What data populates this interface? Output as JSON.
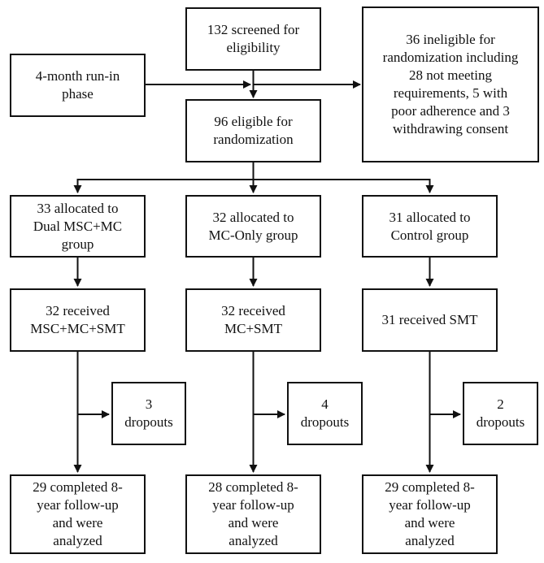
{
  "diagram": {
    "type": "flowchart",
    "colors": {
      "background": "#ffffff",
      "line": "#111111",
      "text": "#111111",
      "node_fill": "#ffffff"
    },
    "nodes": {
      "screened": "132 screened for\neligibility",
      "run_in": "4-month run-in\nphase",
      "ineligible": "36 ineligible for\nrandomization including\n28 not meeting\nrequirements, 5 with\npoor adherence and 3\nwithdrawing consent",
      "eligible": "96 eligible for\nrandomization",
      "alloc_dual": "33 allocated to\nDual MSC+MC\ngroup",
      "alloc_mc": "32 allocated to\nMC-Only group",
      "alloc_control": "31 allocated to\nControl group",
      "received_dual": "32 received\nMSC+MC+SMT",
      "received_mc": "32 received\nMC+SMT",
      "received_control": "31 received SMT",
      "dropouts_dual": "3\ndropouts",
      "dropouts_mc": "4\ndropouts",
      "dropouts_control": "2\ndropouts",
      "completed_dual": "29 completed 8-\nyear follow-up\nand were\nanalyzed",
      "completed_mc": "28 completed 8-\nyear follow-up\nand were\nanalyzed",
      "completed_control": "29 completed 8-\nyear follow-up\nand were\nanalyzed"
    },
    "edges": [
      {
        "from": "screened",
        "to": "eligible"
      },
      {
        "from": "run_in",
        "to": "eligible"
      },
      {
        "from": "screened",
        "to": "ineligible"
      },
      {
        "from": "eligible",
        "to": "alloc_dual"
      },
      {
        "from": "eligible",
        "to": "alloc_mc"
      },
      {
        "from": "eligible",
        "to": "alloc_control"
      },
      {
        "from": "alloc_dual",
        "to": "received_dual"
      },
      {
        "from": "alloc_mc",
        "to": "received_mc"
      },
      {
        "from": "alloc_control",
        "to": "received_control"
      },
      {
        "from": "received_dual",
        "to": "dropouts_dual"
      },
      {
        "from": "received_mc",
        "to": "dropouts_mc"
      },
      {
        "from": "received_control",
        "to": "dropouts_control"
      },
      {
        "from": "received_dual",
        "to": "completed_dual"
      },
      {
        "from": "received_mc",
        "to": "completed_mc"
      },
      {
        "from": "received_control",
        "to": "completed_control"
      }
    ]
  }
}
